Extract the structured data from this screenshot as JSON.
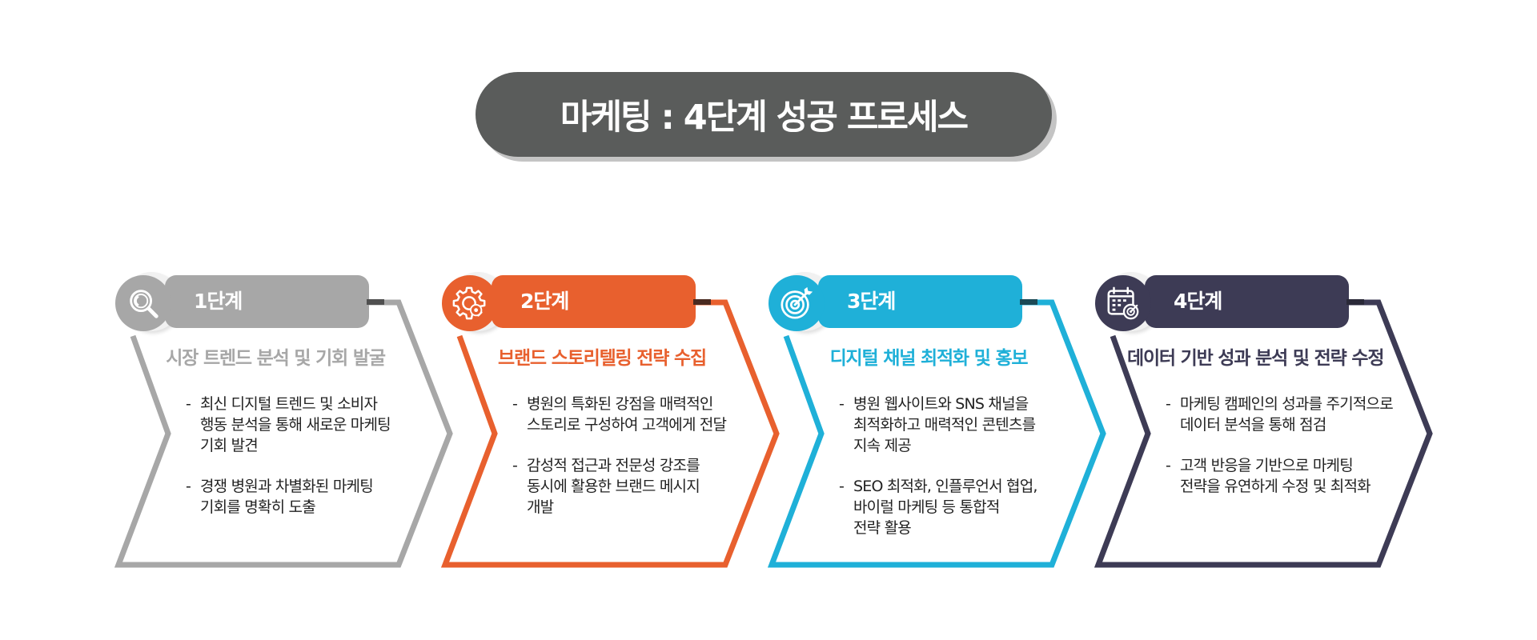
{
  "title": "마케팅 : 4단계 성공 프로세스",
  "stages": [
    {
      "label": "1단계",
      "title": "시장 트렌드 분석 및 기회 발굴",
      "color": "#a7a7a7",
      "connector_color": "#505050",
      "icon": "magnifier-search-icon",
      "bullets": [
        "최신 디지털 트렌드 및 소비자\n행동 분석을 통해 새로운 마케팅\n기회 발견",
        "경쟁 병원과 차별화된 마케팅\n기회를 명확히 도출"
      ]
    },
    {
      "label": "2단계",
      "title": "브랜드 스토리텔링 전략 수집",
      "color": "#e8602e",
      "connector_color": "#4a2a20",
      "icon": "gear-cog-icon",
      "bullets": [
        "병원의 특화된 강점을 매력적인\n스토리로 구성하여 고객에게 전달",
        "감성적 접근과 전문성 강조를\n동시에 활용한 브랜드 메시지\n개발"
      ]
    },
    {
      "label": "3단계",
      "title": "디지털 채널 최적화 및 홍보",
      "color": "#1fb0d8",
      "connector_color": "#1b4a56",
      "icon": "target-arrow-icon",
      "bullets": [
        "병원 웹사이트와 SNS 채널을\n최적화하고 매력적인 콘텐츠를\n지속 제공",
        "SEO 최적화, 인플루언서 협업,\n바이럴 마케팅 등 통합적\n전략 활용"
      ]
    },
    {
      "label": "4단계",
      "title": "데이터 기반 성과 분석 및 전략 수정",
      "color": "#3d3b55",
      "connector_color": "#2a2938",
      "icon": "calendar-target-icon",
      "bullets": [
        "마케팅 캠페인의 성과를 주기적으로\n데이터 분석을 통해 점검",
        "고객 반응을 기반으로 마케팅\n전략을 유연하게 수정 및 최적화"
      ]
    }
  ]
}
